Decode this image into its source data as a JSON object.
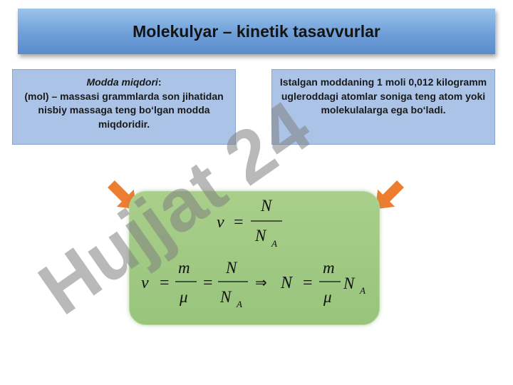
{
  "slide": {
    "title": "Molekulyar – kinetik tasavvurlar"
  },
  "left_box": {
    "heading": "Modda miqdori",
    "heading_suffix": ":",
    "body": "(mol) – massasi grammlarda son jihatidan nisbiy massaga teng bo‘lgan modda miqdoridir."
  },
  "right_box": {
    "body": "Istalgan moddaning 1 moli 0,012 kilogramm ugleroddagi atomlar soniga teng atom yoki molekulalarga ega bo‘ladi."
  },
  "formulas": {
    "nu": "ν",
    "mu": "μ",
    "N": "N",
    "m": "m",
    "A": "A",
    "equals": "=",
    "implies": "⇒"
  },
  "watermark": {
    "text": "Hujjat 24"
  },
  "colors": {
    "title_bar": "#6f9fd8",
    "info_box": "#aac3e6",
    "formula_panel": "#a9cf8b",
    "arrow": "#ed7d31",
    "watermark": "#888888"
  }
}
